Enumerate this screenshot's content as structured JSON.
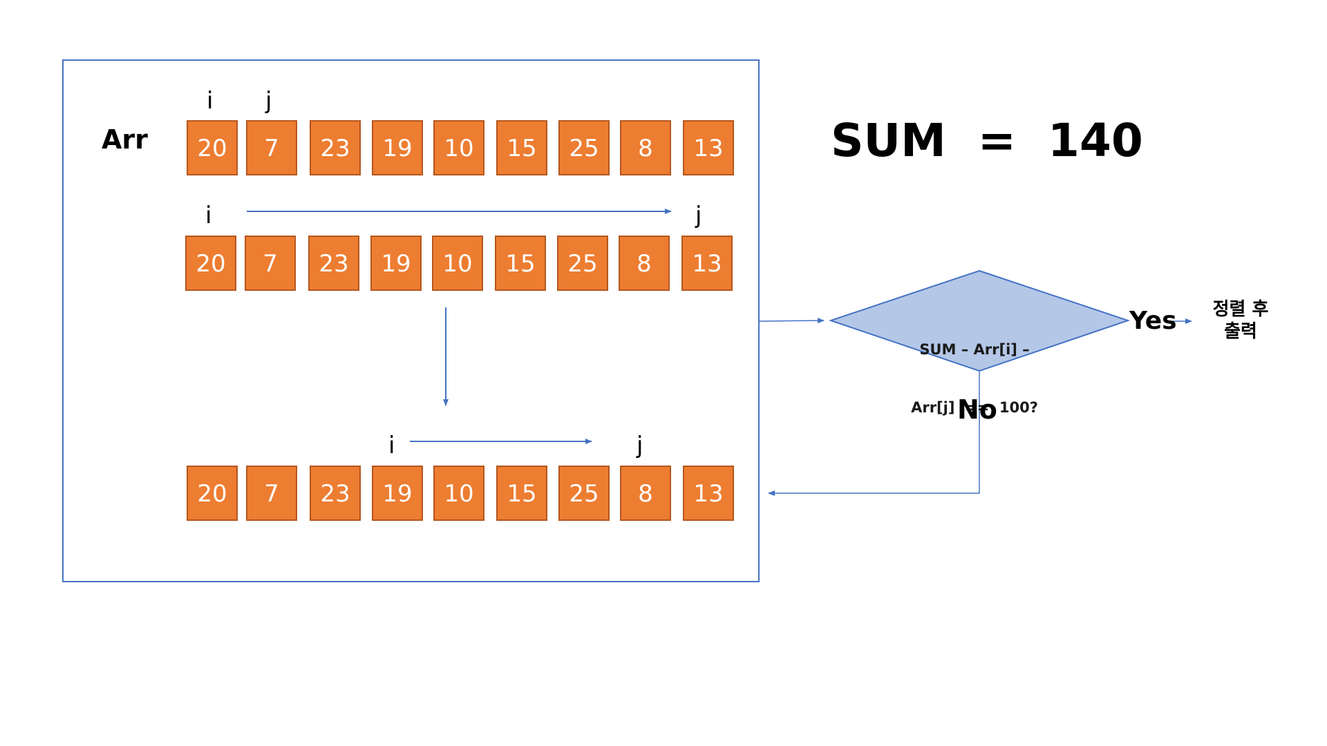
{
  "arr_label": "Arr",
  "rows": [
    {
      "values": [
        "20",
        "7",
        "23",
        "19",
        "10",
        "15",
        "25",
        "8",
        "13"
      ],
      "i": "i",
      "j": "j"
    },
    {
      "values": [
        "20",
        "7",
        "23",
        "19",
        "10",
        "15",
        "25",
        "8",
        "13"
      ],
      "i": "i",
      "j": "j"
    },
    {
      "values": [
        "20",
        "7",
        "23",
        "19",
        "10",
        "15",
        "25",
        "8",
        "13"
      ],
      "i": "i",
      "j": "j"
    }
  ],
  "sum_label": "SUM  =  140",
  "decision": {
    "line1": "SUM – Arr[i] –",
    "line2": "Arr[j]  ==  100?"
  },
  "yes_label": "Yes",
  "no_label": "No",
  "result": {
    "line1": "정렬 후",
    "line2": "출력"
  },
  "colors": {
    "cell_fill": "#ed7d31",
    "cell_border": "#b4561d",
    "frame_border": "#4472c4",
    "diamond_fill": "#b4c7e7",
    "arrow": "#4472c4"
  }
}
